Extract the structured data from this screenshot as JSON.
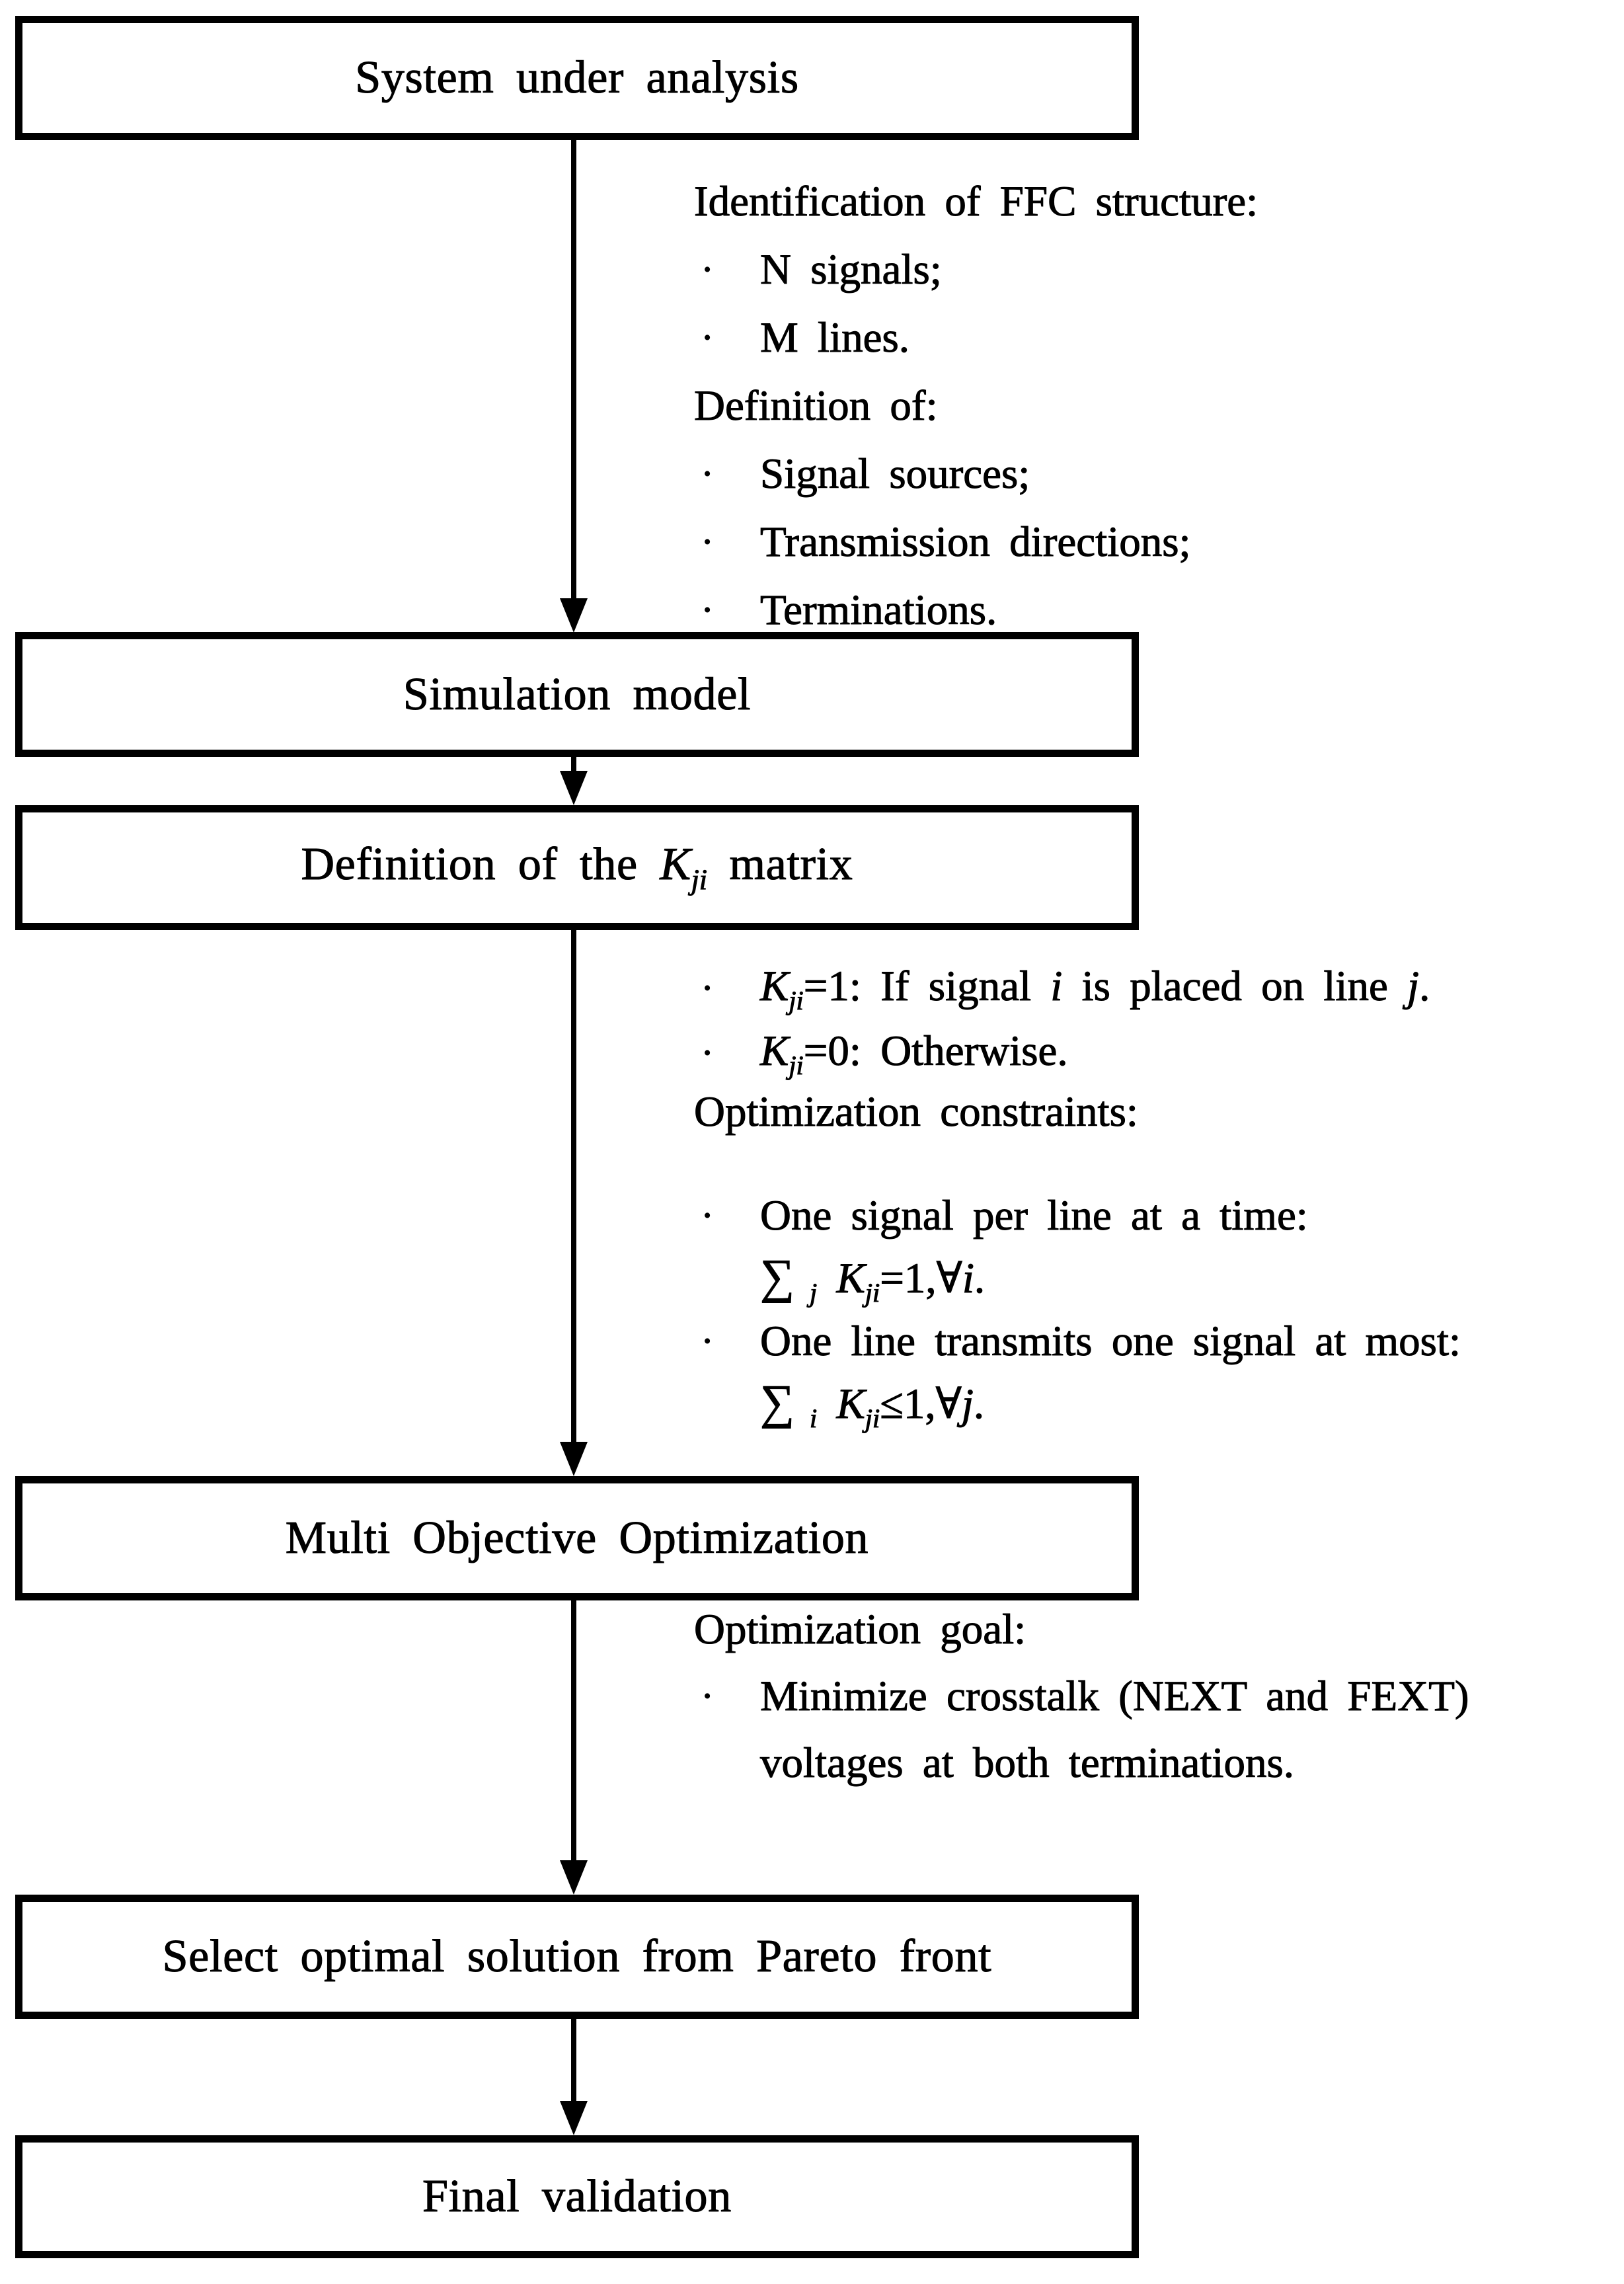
{
  "diagram": {
    "bullet_char": "•",
    "colors": {
      "line": "#000000",
      "background": "#ffffff"
    },
    "boxes": {
      "system": {
        "label": "System under analysis"
      },
      "simulation": {
        "label": "Simulation model"
      },
      "kji": {
        "label_segments": [
          {
            "t": "Definition of the "
          },
          {
            "t": "K",
            "i": true
          },
          {
            "t": "ji",
            "sub": true,
            "i": true
          },
          {
            "t": " matrix"
          }
        ]
      },
      "moo": {
        "label": "Multi Objective Optimization"
      },
      "pareto": {
        "label": "Select optimal solution from Pareto front"
      },
      "final": {
        "label": "Final validation"
      }
    },
    "annotations": {
      "block1": {
        "heading1": "Identification of FFC structure:",
        "bullets1": [
          "N signals;",
          "M lines."
        ],
        "heading2": "Definition of:",
        "bullets2": [
          "Signal sources;",
          "Transmission directions;",
          "Terminations."
        ]
      },
      "block2": {
        "bullet_k1_segments": [
          {
            "t": "K",
            "i": true
          },
          {
            "t": "ji",
            "sub": true,
            "i": true
          },
          {
            "t": "=1: If signal "
          },
          {
            "t": "i",
            "i": true
          },
          {
            "t": " is placed on line "
          },
          {
            "t": "j",
            "i": true
          },
          {
            "t": "."
          }
        ],
        "bullet_k0_segments": [
          {
            "t": "K",
            "i": true
          },
          {
            "t": "ji",
            "sub": true,
            "i": true
          },
          {
            "t": "=0: Otherwise."
          }
        ],
        "heading": "Optimization constraints:",
        "bullet_one_signal": "One signal per line at a time:",
        "formula_one_signal_segments": [
          {
            "t": "∑",
            "big": true
          },
          {
            "t": " j",
            "sub": true,
            "i": true
          },
          {
            "t": " "
          },
          {
            "t": "K",
            "i": true
          },
          {
            "t": "ji",
            "sub": true,
            "i": true
          },
          {
            "t": "=1,∀"
          },
          {
            "t": "i",
            "i": true
          },
          {
            "t": "."
          }
        ],
        "bullet_one_line": "One line transmits one signal at most:",
        "formula_one_line_segments": [
          {
            "t": "∑",
            "big": true
          },
          {
            "t": " i",
            "sub": true,
            "i": true
          },
          {
            "t": " "
          },
          {
            "t": "K",
            "i": true
          },
          {
            "t": "ji",
            "sub": true,
            "i": true
          },
          {
            "t": "≤1,∀"
          },
          {
            "t": "j",
            "i": true
          },
          {
            "t": "."
          }
        ]
      },
      "block3": {
        "heading": "Optimization goal:",
        "bullet_line1": "Minimize crosstalk (NEXT and FEXT)",
        "bullet_line2": "voltages at both terminations."
      }
    }
  }
}
